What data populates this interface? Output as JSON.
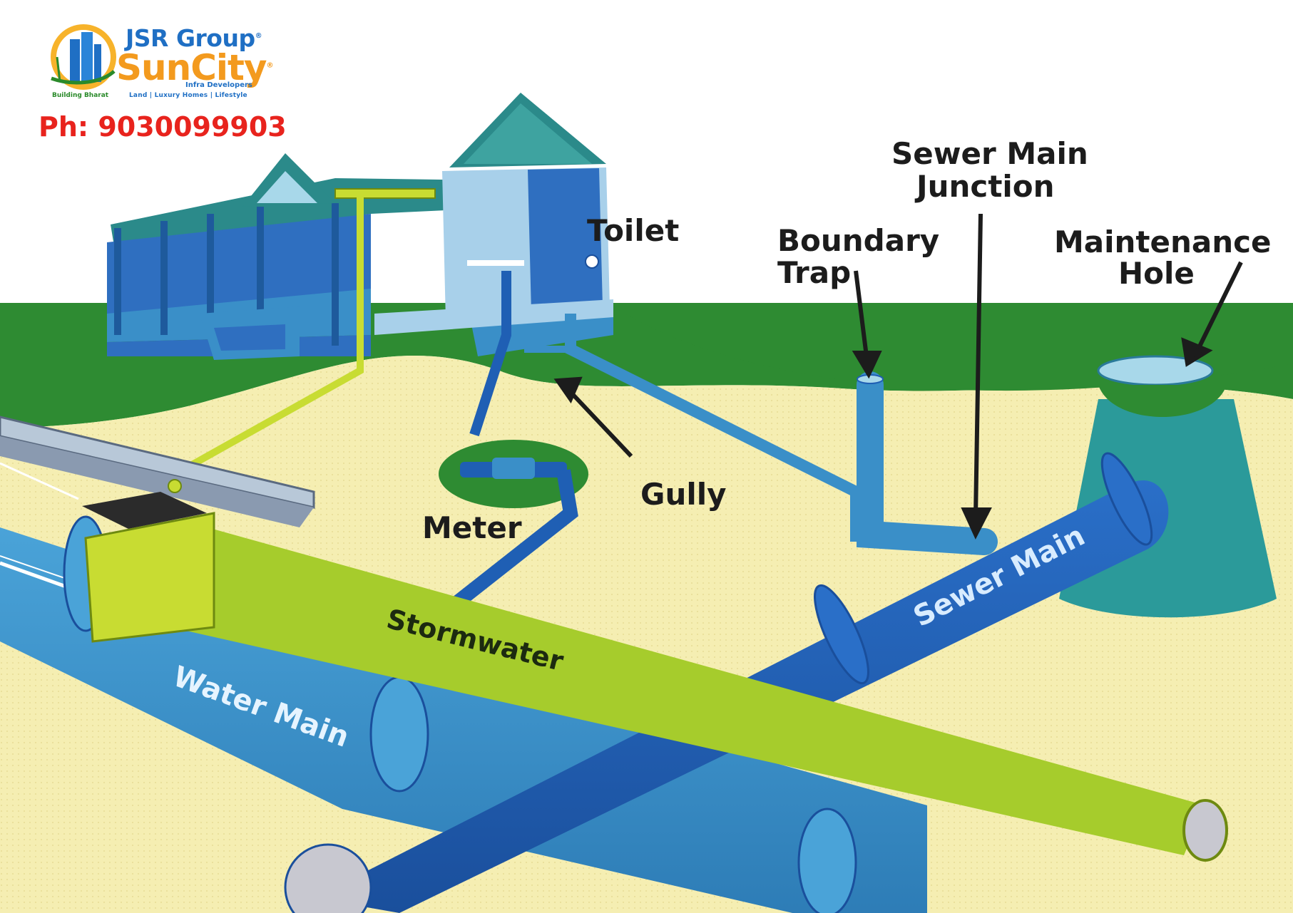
{
  "brand": {
    "group": "JSR Group",
    "name": "SunCity",
    "sub": "Infra Developers",
    "tagline_left": "Building Bharat",
    "tagline": "Land | Luxury Homes | Lifestyle",
    "phone": "Ph: 9030099903"
  },
  "labels": {
    "toilet": "Toilet",
    "boundary_trap_1": "Boundary",
    "boundary_trap_2": "Trap",
    "sewer_junction_1": "Sewer Main",
    "sewer_junction_2": "Junction",
    "maintenance_1": "Maintenance",
    "maintenance_2": "Hole",
    "gully": "Gully",
    "meter": "Meter",
    "stormwater": "Stormwater",
    "sewer_main": "Sewer Main",
    "water_main": "Water Main"
  },
  "colors": {
    "grass": "#2e8b32",
    "sand": "#f5eeb2",
    "pipe_blue": "#1f5fb4",
    "pipe_light": "#3a8fc8",
    "storm_green": "#a6cc2c",
    "house_blue": "#2f6fc0",
    "roof": "#2b8a8a"
  }
}
